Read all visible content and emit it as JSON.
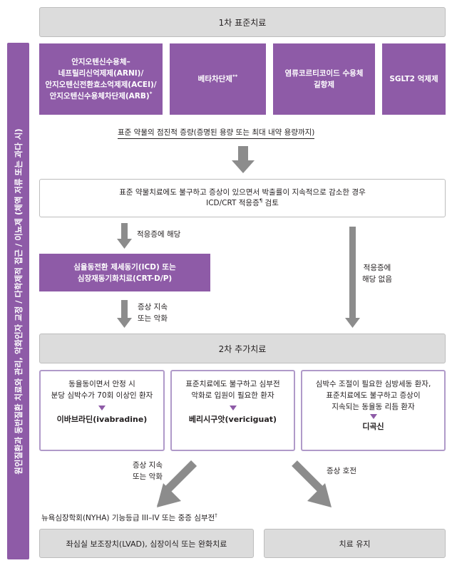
{
  "side_label": "원인질환과 동반질환 치료와 관리, 악화인자 교정 / 다학제적 접근 / 이뇨제 (체액 저류 또는 과다 시)",
  "first_line": {
    "title": "1차 표준치료",
    "boxes": [
      {
        "text": "안지오텐신수용체–\n네프릴리신억제제(ARNI)/\n안지오텐신전환효소억제제(ACEI)/\n안지오텐신수용체차단제(ARB)",
        "sup": "*"
      },
      {
        "text": "베타차단제",
        "sup": "**"
      },
      {
        "text": "염류코르티코이드 수용체\n길항제",
        "sup": ""
      },
      {
        "text": "SGLT2 억제제",
        "sup": ""
      }
    ],
    "titration_note": "표준 약물의 점진적 증량(증명된 용량 또는 최대 내약 용량까지)"
  },
  "evaluation": {
    "line1": "표준 약물치료에도 불구하고 증상이 있으면서 박출률이 지속적으로 감소한 경우",
    "line2_prefix": "ICD/CRT 적응증",
    "line2_sup": "¶",
    "line2_suffix": " 검토"
  },
  "indicated_label": "적응증에 해당",
  "device_box": "심율동전환 제세동기(ICD) 또는\n심장재동기화치료(CRT-D/P)",
  "not_indicated_label": "적응증에\n해당 없음",
  "persist_label_1": "증상 지속\n또는 악화",
  "second_line": {
    "title": "2차 추가치료",
    "options": [
      {
        "condition": "동율동이면서 안정 시\n분당 심박수가 70회 이상인 환자",
        "drug": "이바브라딘(ivabradine)"
      },
      {
        "condition": "표준치료에도 불구하고 심부전\n악화로 입원이 필요한 환자",
        "drug": "베리시구앗(vericiguat)"
      },
      {
        "condition": "심박수 조절이 필요한 심방세동 환자,\n표준치료에도 불구하고 증상이\n지속되는 동율동 리듬 환자",
        "drug": "디곡신"
      }
    ]
  },
  "persist_label_2": "증상 지속\n또는 악화",
  "improve_label": "증상 호전",
  "nyha_prefix": "뉴욕심장학회(NYHA) 기능등급 III–IV 또는 중증 심부전",
  "nyha_sup": "†",
  "outcomes": {
    "advanced": "좌심실 보조장치(LVAD), 심장이식 또는 완화치료",
    "maintain": "치료 유지"
  },
  "colors": {
    "purple": "#8e5ba7",
    "lavender_border": "#b09ac9",
    "grey_box": "#dcdcdc",
    "arrow_grey": "#8c8c8c"
  }
}
